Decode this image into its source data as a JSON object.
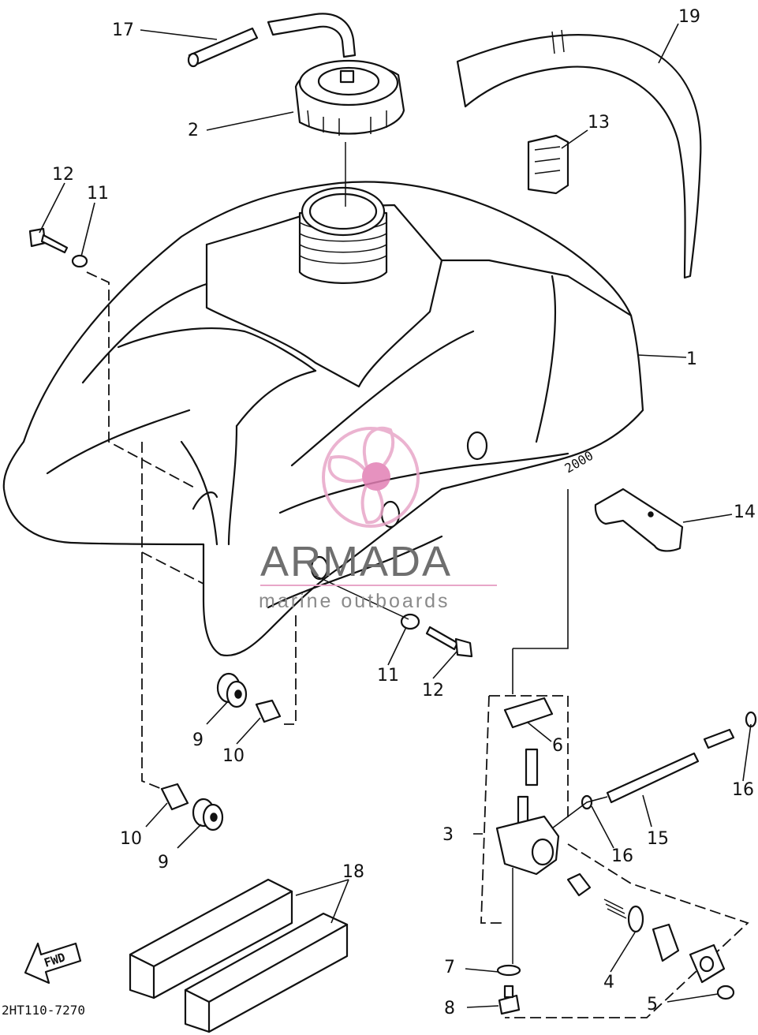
{
  "diagram": {
    "drawing_code": "2HT110-7270",
    "direction_label": "FWD",
    "parts": [
      {
        "id": "p1",
        "label": "1"
      },
      {
        "id": "p2",
        "label": "2"
      },
      {
        "id": "p3",
        "label": "3"
      },
      {
        "id": "p4",
        "label": "4"
      },
      {
        "id": "p5",
        "label": "5"
      },
      {
        "id": "p6",
        "label": "6"
      },
      {
        "id": "p7",
        "label": "7"
      },
      {
        "id": "p8",
        "label": "8"
      },
      {
        "id": "p9a",
        "label": "9"
      },
      {
        "id": "p9b",
        "label": "9"
      },
      {
        "id": "p10a",
        "label": "10"
      },
      {
        "id": "p10b",
        "label": "10"
      },
      {
        "id": "p11a",
        "label": "11"
      },
      {
        "id": "p11b",
        "label": "11"
      },
      {
        "id": "p12a",
        "label": "12"
      },
      {
        "id": "p12b",
        "label": "12"
      },
      {
        "id": "p13",
        "label": "13"
      },
      {
        "id": "p14",
        "label": "14"
      },
      {
        "id": "p15",
        "label": "15"
      },
      {
        "id": "p16a",
        "label": "16"
      },
      {
        "id": "p16b",
        "label": "16"
      },
      {
        "id": "p17",
        "label": "17"
      },
      {
        "id": "p18",
        "label": "18"
      },
      {
        "id": "p19",
        "label": "19"
      }
    ]
  },
  "watermark": {
    "title": "ARMADA",
    "subtitle": "marine outboards",
    "logo_colors": {
      "ring": "#e8a6c8",
      "hub": "#e27fb4"
    }
  }
}
